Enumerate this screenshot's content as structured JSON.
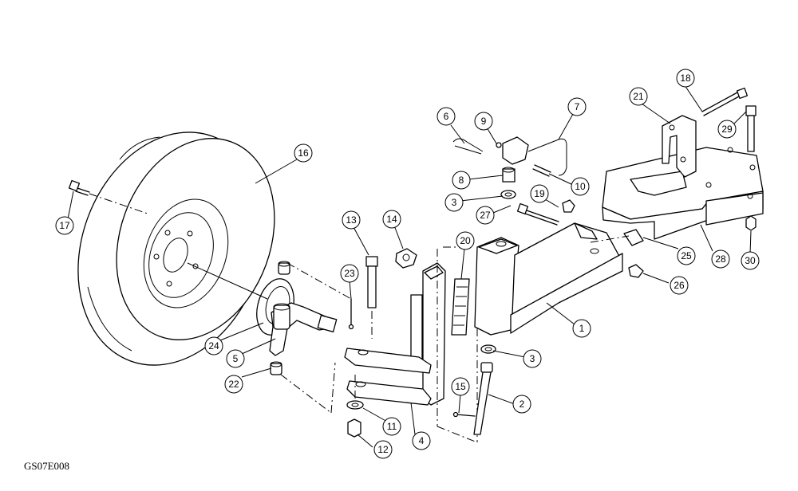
{
  "drawing_code": "GS07E008",
  "callouts": [
    {
      "label": "1"
    },
    {
      "label": "2"
    },
    {
      "label": "3"
    },
    {
      "label": "3"
    },
    {
      "label": "4"
    },
    {
      "label": "5"
    },
    {
      "label": "6"
    },
    {
      "label": "7"
    },
    {
      "label": "8"
    },
    {
      "label": "9"
    },
    {
      "label": "10"
    },
    {
      "label": "11"
    },
    {
      "label": "12"
    },
    {
      "label": "13"
    },
    {
      "label": "14"
    },
    {
      "label": "15"
    },
    {
      "label": "16"
    },
    {
      "label": "17"
    },
    {
      "label": "18"
    },
    {
      "label": "19"
    },
    {
      "label": "20"
    },
    {
      "label": "21"
    },
    {
      "label": "22"
    },
    {
      "label": "23"
    },
    {
      "label": "24"
    },
    {
      "label": "25"
    },
    {
      "label": "26"
    },
    {
      "label": "27"
    },
    {
      "label": "28"
    },
    {
      "label": "29"
    },
    {
      "label": "30"
    }
  ]
}
